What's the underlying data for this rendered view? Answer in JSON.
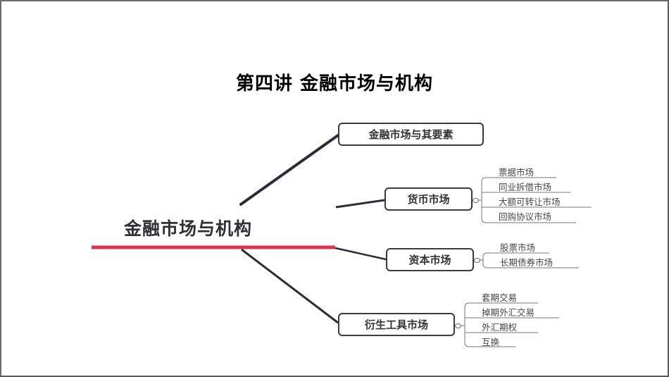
{
  "slide": {
    "title": "第四讲  金融市场与机构"
  },
  "mindmap": {
    "root": {
      "label": "金融市场与机构",
      "underline_color": "#d8344d"
    },
    "branches": [
      {
        "label": "金融市场与其要素",
        "children": []
      },
      {
        "label": "货币市场",
        "children": [
          "票据市场",
          "同业拆借市场",
          "大额可转让市场",
          "回购协议市场"
        ]
      },
      {
        "label": "资本市场",
        "children": [
          "股票市场",
          "长期债券市场"
        ]
      },
      {
        "label": "衍生工具市场",
        "children": [
          "套期交易",
          "掉期外汇交易",
          "外汇期权",
          "互换"
        ]
      }
    ],
    "colors": {
      "branch_line": "#2a2d38",
      "box_border": "#3a3a3a",
      "leaf_line": "#555555"
    }
  }
}
